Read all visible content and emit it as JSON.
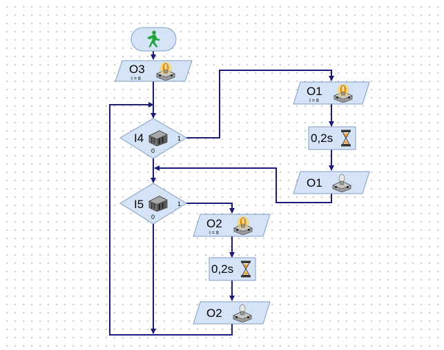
{
  "colors": {
    "line": "#1a1a7a",
    "block_fill": "#d4e3f6",
    "block_stroke": "#7f9cc4",
    "start_fill": "#d4e3f6",
    "walker": "#1fa33a",
    "lamp_on": "#f5a623",
    "hourglass": "#f0a030"
  },
  "start": {
    "icon": "walking-man-icon"
  },
  "blocks": {
    "o3_on": {
      "label": "O3",
      "sub": "I = 8",
      "icon": "lamp-on-icon"
    },
    "i4": {
      "label": "I4",
      "true_port": "1",
      "false_port": "0",
      "icon": "push-button-icon"
    },
    "i5": {
      "label": "I5",
      "true_port": "1",
      "false_port": "0",
      "icon": "push-button-icon"
    },
    "o1_on": {
      "label": "O1",
      "sub": "I = 8",
      "icon": "lamp-on-icon"
    },
    "o1_delay": {
      "label": "0,2s",
      "icon": "hourglass-icon"
    },
    "o1_off": {
      "label": "O1",
      "icon": "lamp-off-icon"
    },
    "o2_on": {
      "label": "O2",
      "sub": "I = 8",
      "icon": "lamp-on-icon"
    },
    "o2_delay": {
      "label": "0,2s",
      "icon": "hourglass-icon"
    },
    "o2_off": {
      "label": "O2",
      "icon": "lamp-off-icon"
    }
  }
}
